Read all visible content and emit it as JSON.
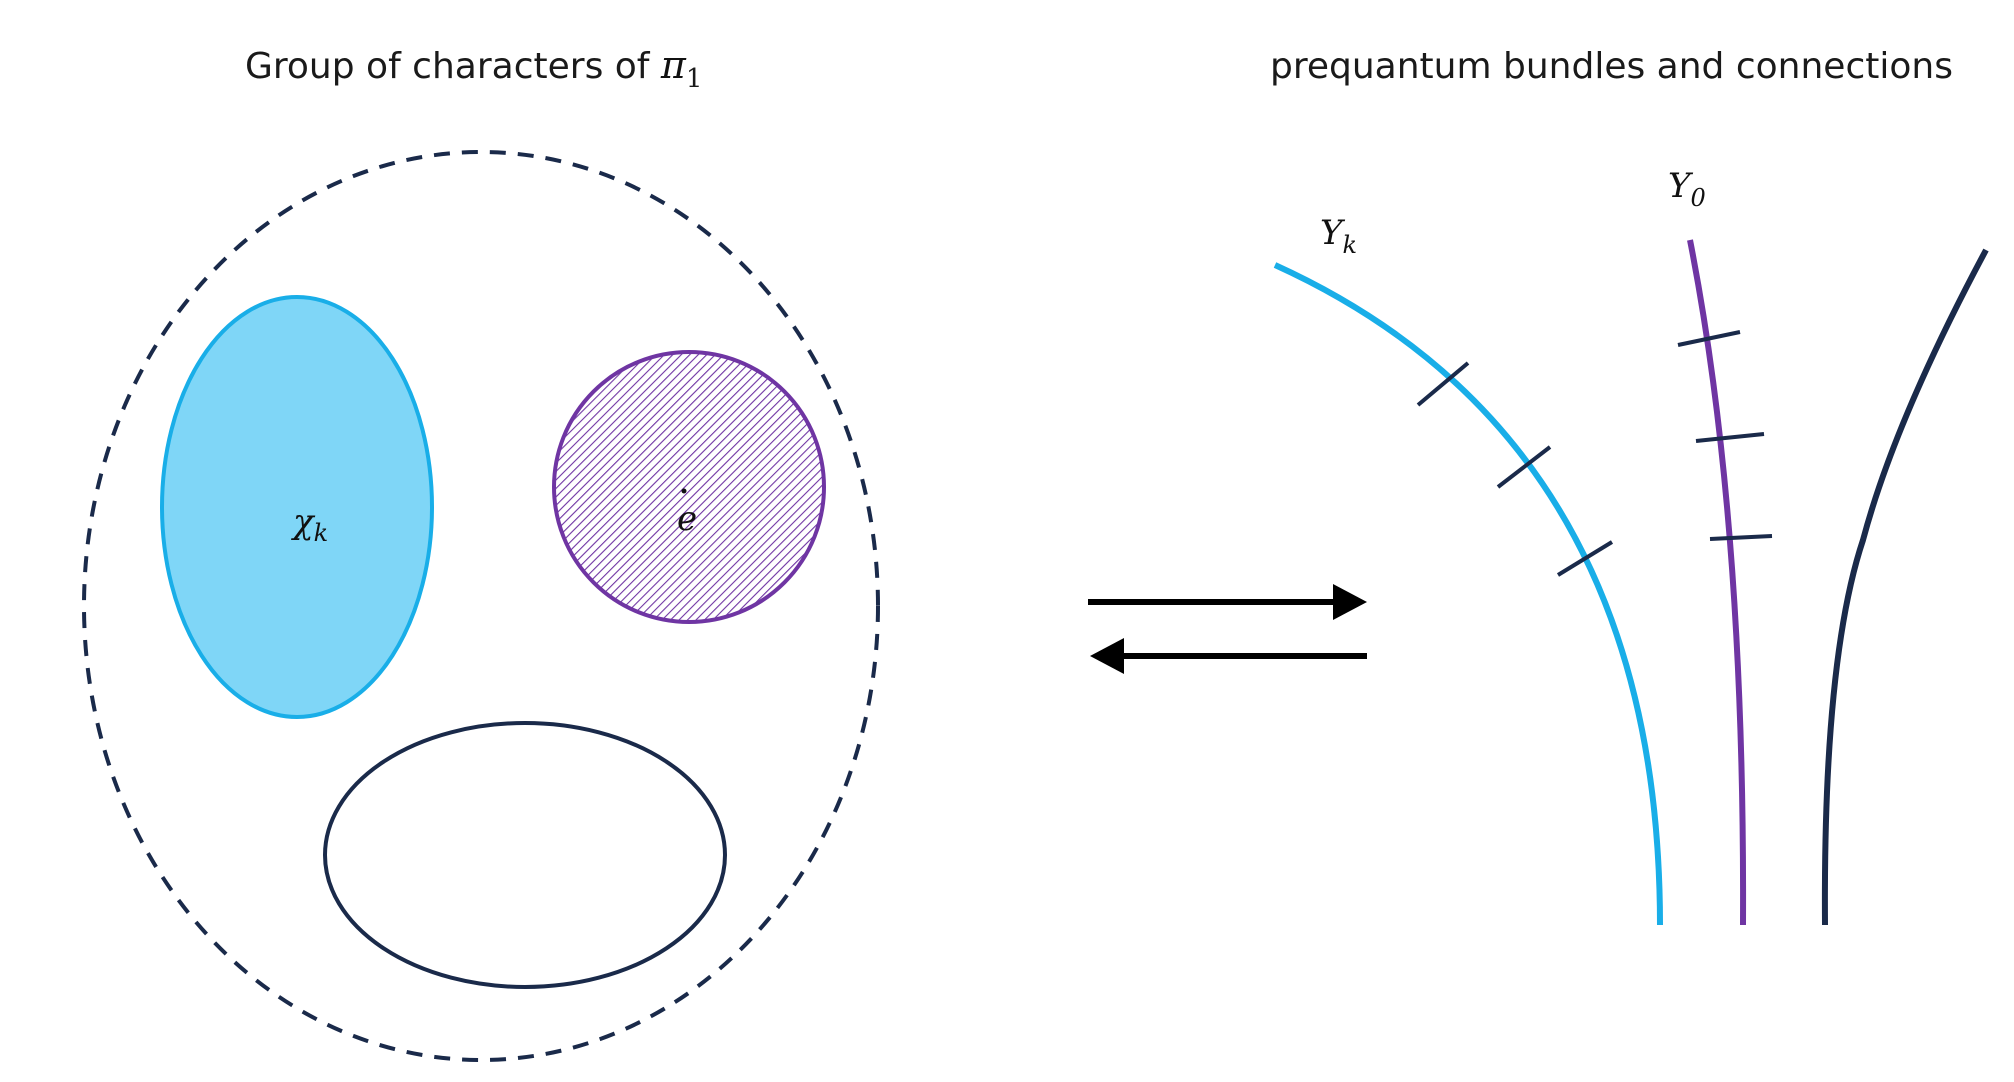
{
  "left_panel": {
    "title": "Group of characters of ",
    "title_symbol": "π",
    "title_subscript": "1",
    "chi_label": "χ",
    "chi_subscript": "k",
    "e_label": "e",
    "colors": {
      "outer_boundary": "#1a2a4a",
      "chi_fill": "#7fd6f7",
      "chi_stroke": "#19aee8",
      "e_stroke": "#6f35a3",
      "e_hatch": "#6f35a3",
      "bottom_ellipse": "#1a2a4a"
    }
  },
  "arrows": {
    "color": "#000000"
  },
  "right_panel": {
    "title": "prequantum bundles and connections",
    "yk_label": "Y",
    "yk_subscript": "k",
    "y0_label": "Y",
    "y0_subscript": "0",
    "colors": {
      "yk_curve": "#19aee8",
      "y0_curve": "#6f35a3",
      "third_curve": "#1a2a4a",
      "ticks": "#1a2a4a"
    }
  }
}
